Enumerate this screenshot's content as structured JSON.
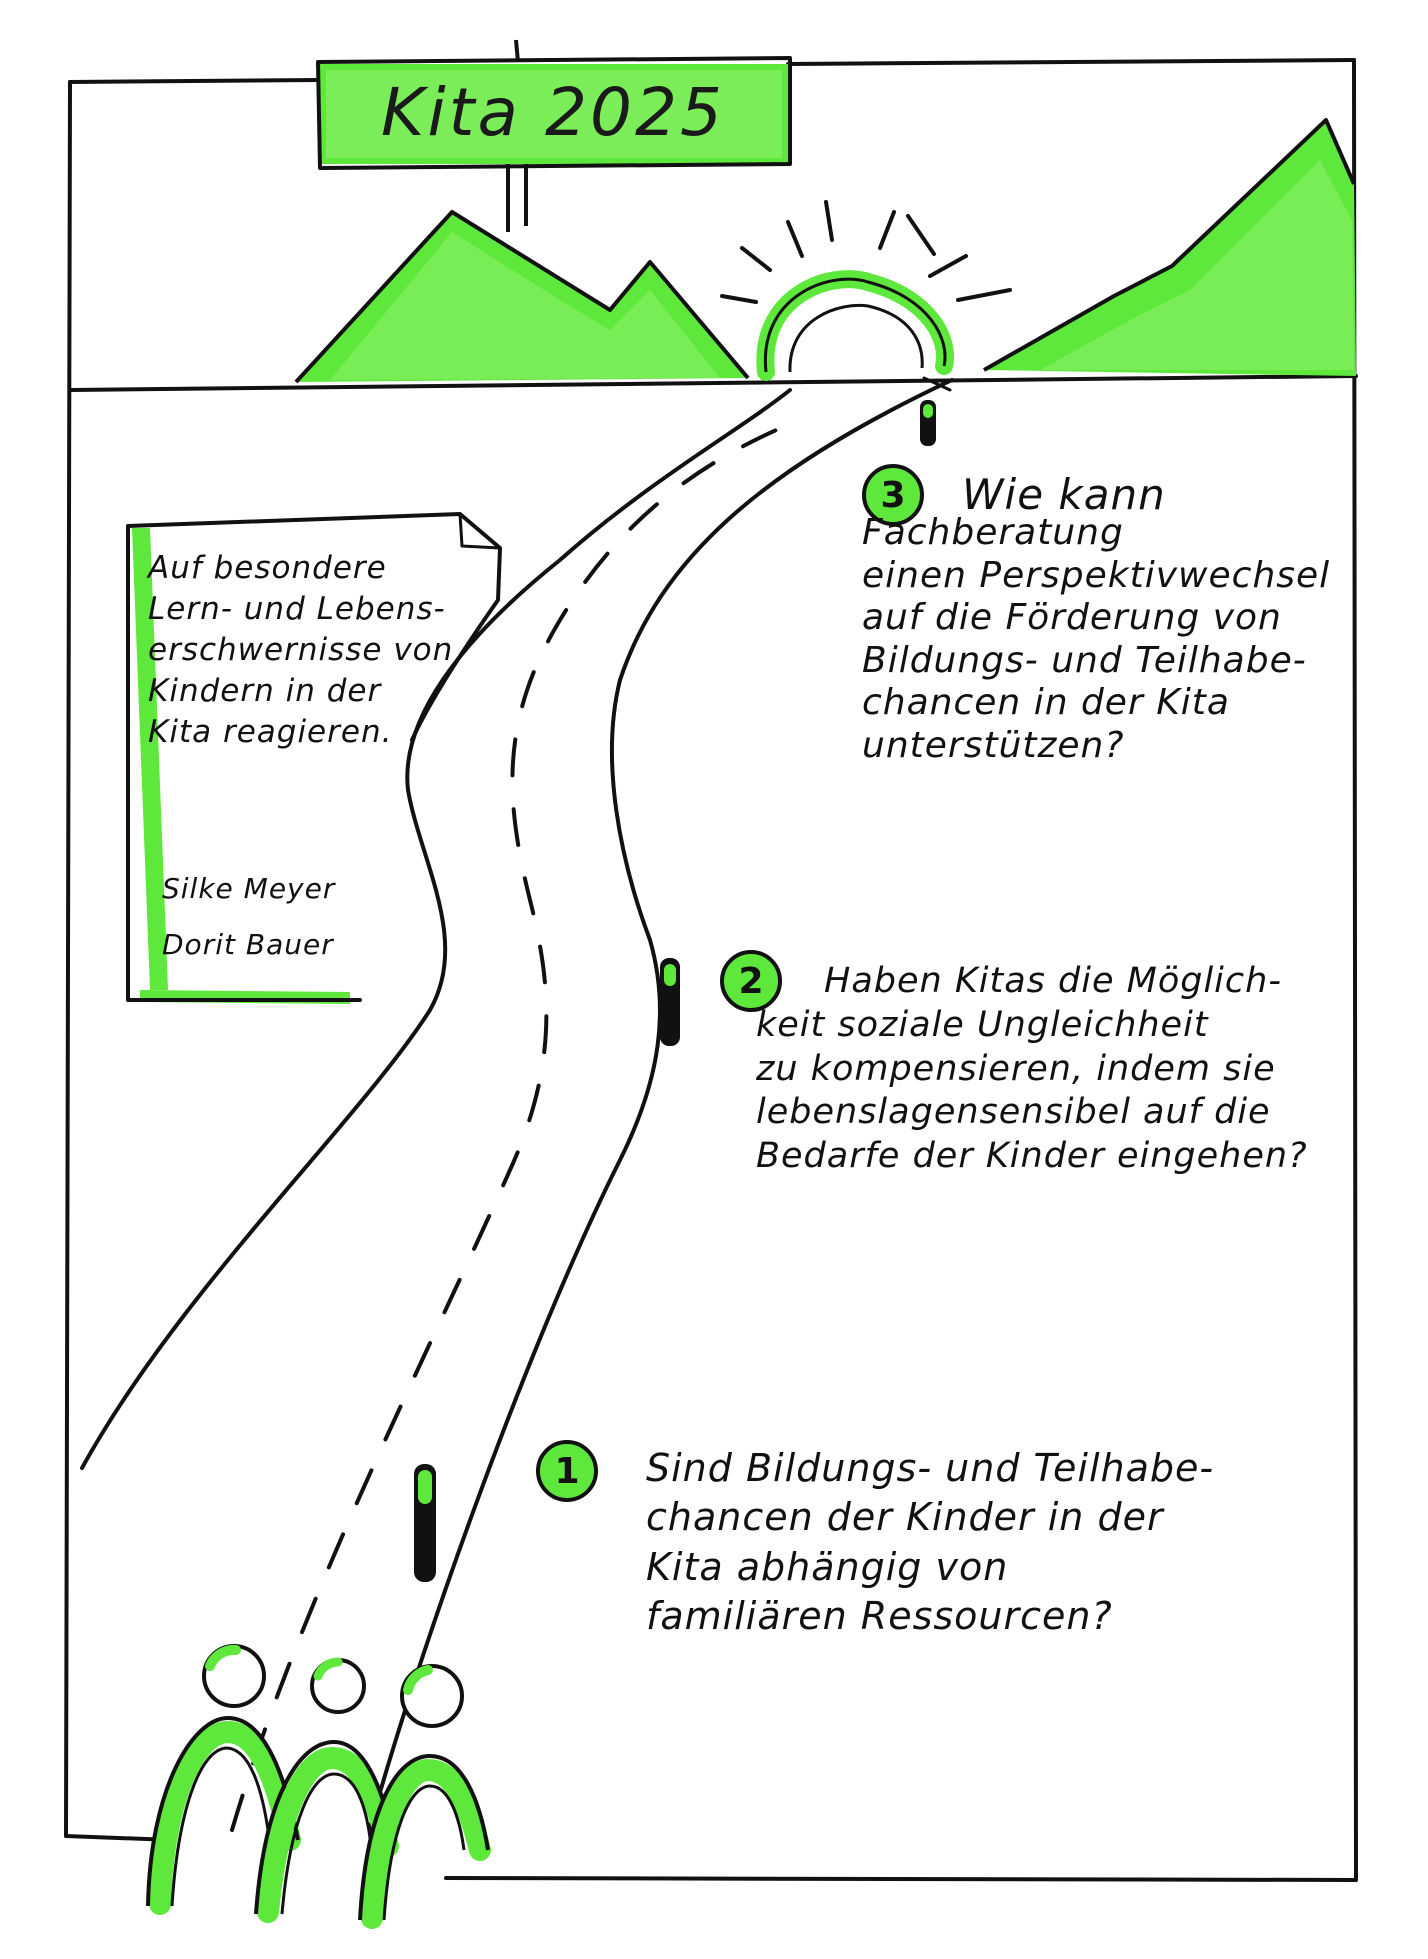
{
  "sign": {
    "title": "Kita 2025"
  },
  "flag": {
    "text": "Auf besondere\nLern- und Lebens-\nerschwernisse von\nKindern in der\nKita reagieren.",
    "authors": [
      "Silke Meyer",
      "Dorit Bauer"
    ]
  },
  "questions": [
    {
      "number": "1",
      "text": "Sind Bildungs- und Teilhabe-\nchancen der Kinder in der\nKita abhängig von\nfamiliären Ressourcen?"
    },
    {
      "number": "2",
      "text": "Haben Kitas die Möglich-\nkeit soziale Ungleichheit\nzu kompensieren, indem sie\nlebenslagensensibel auf die\nBedarfe der Kinder eingehen?"
    },
    {
      "number": "3",
      "first_line": "Wie kann",
      "text": "\nFachberatung\neinen Perspektivwechsel\nauf die Förderung von\nBildungs- und Teilhabe-\nchancen in der Kita\nunterstützen?"
    }
  ],
  "colors": {
    "accent_green": "#5ee83c",
    "accent_green_light": "#8ff06a",
    "ink": "#111111",
    "paper": "#ffffff"
  }
}
